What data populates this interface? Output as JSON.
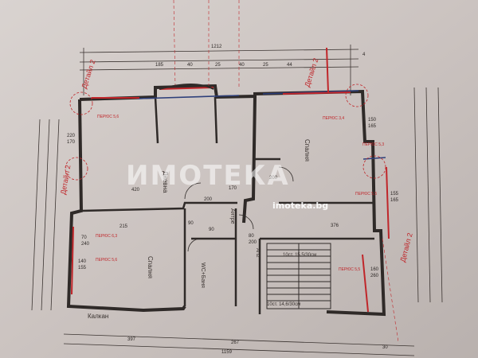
{
  "rooms": {
    "living": "Дневна",
    "bedroom1": "Спалня",
    "bedroom2": "Спалня",
    "bathroom": "WC+Баня",
    "lobby": "Антре",
    "balcony": "Калкан"
  },
  "details": {
    "top_left": "Детайл 2",
    "top_right": "Детайл 2",
    "left": "Детайл 2",
    "right": "Детайл 2"
  },
  "stairs": {
    "upper": "10ст. 15,5/30см",
    "lower": "10ст. 14,6/30см",
    "mark": "АП2"
  },
  "window_marks": [
    "ПЕРЮС 5,6",
    "ПЕРЮС 3,4",
    "ПЕРЮС 5,3",
    "ПЕРЮС 5,5",
    "ПЕРЮС 6,3",
    "ПЕРЮС 5,6",
    "ПЕРЮС 5,5"
  ],
  "dimensions": {
    "total_width": "1212",
    "bottom_total": "1159",
    "top_row": [
      "185",
      "40",
      "25",
      "40",
      "25",
      "44",
      "4"
    ],
    "right_row": [
      "150",
      "165",
      "155",
      "165",
      "160",
      "260"
    ],
    "left_row": [
      "220",
      "170",
      "70",
      "240",
      "140",
      "155"
    ],
    "interior": [
      "420",
      "200",
      "170",
      "200",
      "376",
      "215",
      "90",
      "90",
      "80",
      "200"
    ],
    "bottom_row": [
      "397",
      "267",
      "30"
    ]
  },
  "watermark": {
    "logo": "ИМОТЕКА",
    "url": "imoteka.bg"
  },
  "colors": {
    "paper": "#cfc8c5",
    "wall": "#2f2a28",
    "red": "#c0262a",
    "blue": "#2d3f7a"
  }
}
